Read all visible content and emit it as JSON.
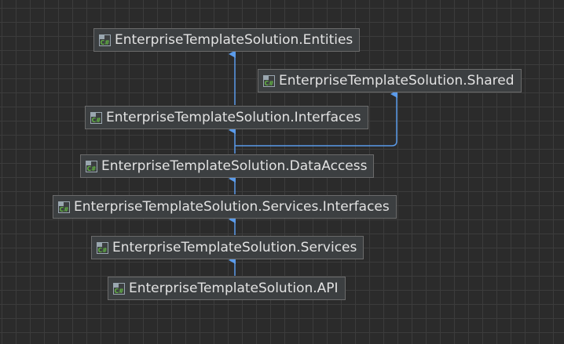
{
  "diagram": {
    "nodes": [
      {
        "id": "entities",
        "label": "EnterpriseTemplateSolution.Entities",
        "icon": "csharp-project-icon"
      },
      {
        "id": "shared",
        "label": "EnterpriseTemplateSolution.Shared",
        "icon": "csharp-project-icon"
      },
      {
        "id": "interfaces",
        "label": "EnterpriseTemplateSolution.Interfaces",
        "icon": "csharp-project-icon"
      },
      {
        "id": "dataaccess",
        "label": "EnterpriseTemplateSolution.DataAccess",
        "icon": "csharp-project-icon"
      },
      {
        "id": "services_interfaces",
        "label": "EnterpriseTemplateSolution.Services.Interfaces",
        "icon": "csharp-project-icon"
      },
      {
        "id": "services",
        "label": "EnterpriseTemplateSolution.Services",
        "icon": "csharp-project-icon"
      },
      {
        "id": "api",
        "label": "EnterpriseTemplateSolution.API",
        "icon": "csharp-project-icon"
      }
    ],
    "edges": [
      {
        "from": "interfaces",
        "to": "entities"
      },
      {
        "from": "dataaccess",
        "to": "interfaces"
      },
      {
        "from": "dataaccess",
        "to": "shared"
      },
      {
        "from": "services_interfaces",
        "to": "dataaccess"
      },
      {
        "from": "services",
        "to": "services_interfaces"
      },
      {
        "from": "api",
        "to": "services"
      }
    ],
    "colors": {
      "background": "#2b2b2b",
      "grid": "#3c3c3c",
      "node_fill": "#3c3f41",
      "node_border": "#6b6b6b",
      "node_text": "#e2e2e2",
      "edge": "#5b9bea"
    }
  }
}
